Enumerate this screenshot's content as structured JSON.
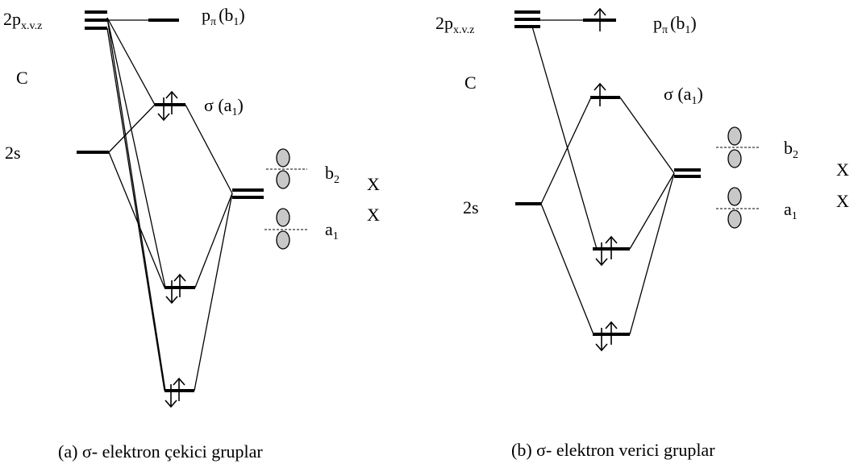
{
  "left": {
    "p_main": "2p",
    "p_sub": "x.v.z",
    "atom": "C",
    "s_label": "2s",
    "ppi_p": "p",
    "ppi_pi": "π",
    "ppi_b": "(b",
    "ppi_1": "1",
    "ppi_close": ")",
    "sigma_s": "σ (a",
    "sigma_1": "1",
    "sigma_close": ")",
    "b2_b": "b",
    "b2_2": "2",
    "a1_a": "a",
    "a1_1": "1",
    "x_top": "X",
    "x_bottom": "X",
    "caption": "(a) σ- elektron çekici gruplar"
  },
  "right": {
    "p_main": "2p",
    "p_sub": "x.v.z",
    "atom": "C",
    "s_label": "2s",
    "ppi_p": "p",
    "ppi_pi": "π",
    "ppi_b": "(b",
    "ppi_1": "1",
    "ppi_close": ")",
    "sigma_s": "σ (a",
    "sigma_1": "1",
    "sigma_close": ")",
    "b2_b": "b",
    "b2_2": "2",
    "a1_a": "a",
    "a1_1": "1",
    "x_top": "X",
    "x_bottom": "X",
    "caption": "(b) σ- elektron verici gruplar"
  }
}
